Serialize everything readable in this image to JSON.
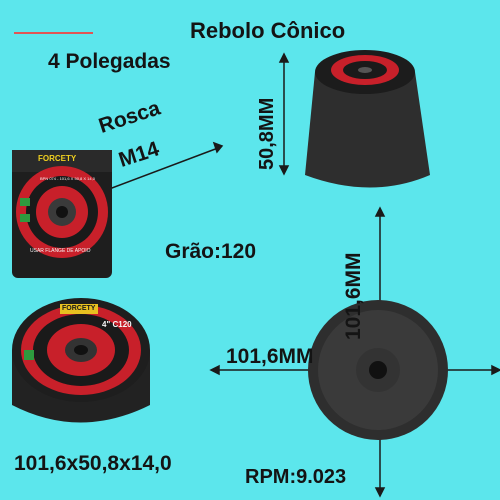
{
  "texts": {
    "title": "Rebolo Cônico",
    "size": "4 Polegadas",
    "thread_word": "Rosca",
    "thread_code": "M14",
    "height_top": "50,8MM",
    "grit": "Grão:120",
    "height_vertical": "101,6MM",
    "width_horizontal": "101,6MM",
    "dimensions": "101,6x50,8x14,0",
    "rpm": "RPM:9.023"
  },
  "labels": {
    "brand": "FORCETY",
    "grit_code": "4\" C120",
    "flange": "USAR FLANGE DE APOIO",
    "spec": "BPN 074 - 101,6 X 50,8 X 14,0"
  },
  "colors": {
    "background": "#5ce6ec",
    "text": "#141414",
    "accent_line": "#e05555",
    "label_red": "#c8202a",
    "label_black": "#1a1a1a",
    "wheel": "#2e2e2e"
  }
}
